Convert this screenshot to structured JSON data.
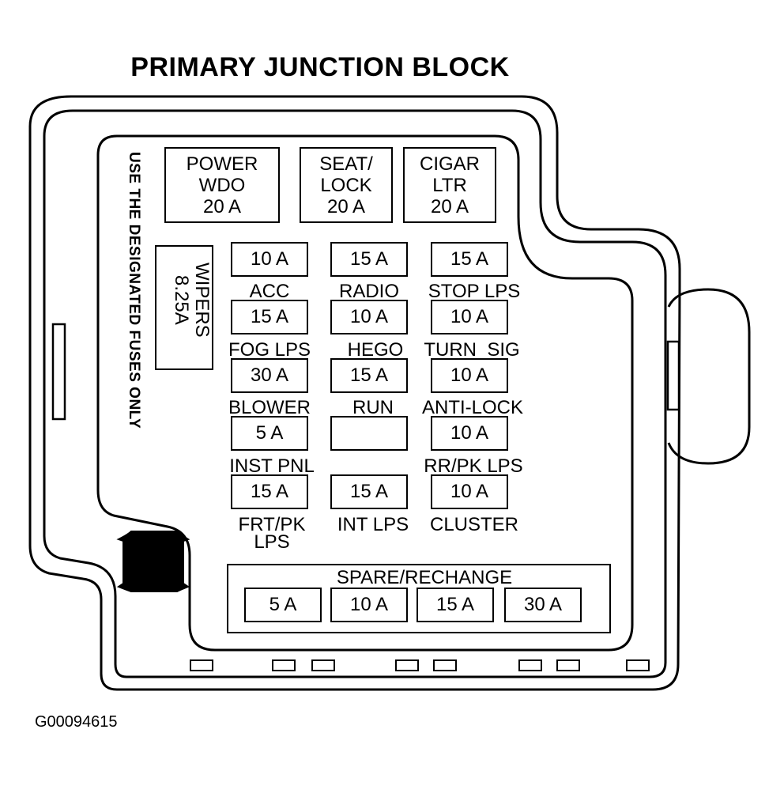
{
  "title": "PRIMARY JUNCTION BLOCK",
  "side_note": "USE THE DESIGNATED FUSES ONLY",
  "large_fuses": [
    {
      "line1": "POWER",
      "line2": "WDO",
      "line3": "20 A"
    },
    {
      "line1": "SEAT/",
      "line2": "LOCK",
      "line3": "20 A"
    },
    {
      "line1": "CIGAR",
      "line2": "LTR",
      "line3": "20 A"
    }
  ],
  "wipers": {
    "line1": "WIPERS",
    "line2": "8.25A"
  },
  "fuses": [
    {
      "rating": "10 A",
      "label": "ACC"
    },
    {
      "rating": "15 A",
      "label": "RADIO"
    },
    {
      "rating": "15 A",
      "label": "STOP LPS"
    },
    {
      "rating": "15 A",
      "label": "FOG LPS"
    },
    {
      "rating": "10 A",
      "label": "HEGO"
    },
    {
      "rating": "10 A",
      "label": "TURN  SIG"
    },
    {
      "rating": "30 A",
      "label": "BLOWER"
    },
    {
      "rating": "15 A",
      "label": "RUN"
    },
    {
      "rating": "10 A",
      "label": "ANTI-LOCK"
    },
    {
      "rating": "5 A",
      "label": "INST PNL"
    },
    {
      "rating": "",
      "label": ""
    },
    {
      "rating": "10 A",
      "label": "RR/PK LPS"
    },
    {
      "rating": "15 A",
      "label": "FRT/PK",
      "label2": "LPS"
    },
    {
      "rating": "15 A",
      "label": "INT LPS"
    },
    {
      "rating": "10 A",
      "label": "CLUSTER"
    }
  ],
  "spare": {
    "label": "SPARE/RECHANGE",
    "ratings": [
      "5 A",
      "10 A",
      "15 A",
      "30 A"
    ]
  },
  "figure_id": "G00094615"
}
